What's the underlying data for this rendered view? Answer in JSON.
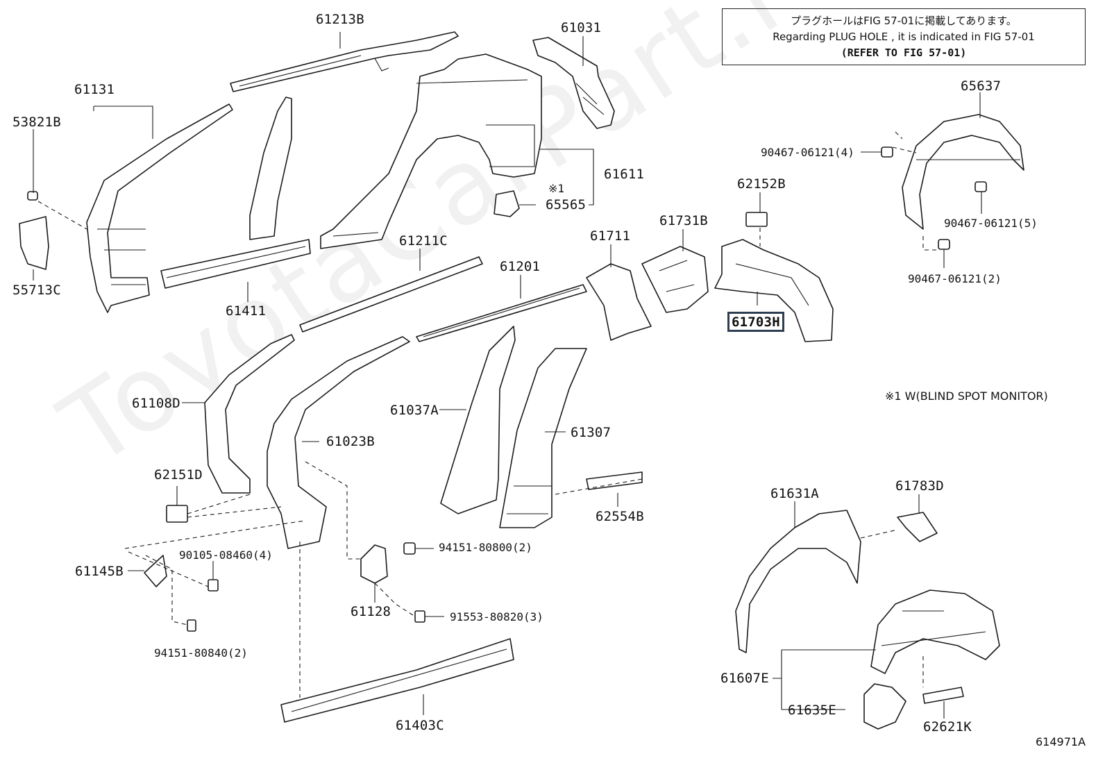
{
  "watermark": "ToyotaCarPart.ru",
  "note": {
    "line1": "プラグホールはFIG 57-01に掲載してあります。",
    "line2": "Regarding PLUG HOLE , it is indicated in FIG 57-01",
    "line3": "(REFER TO FIG 57-01)"
  },
  "footnote": "※1 W(BLIND SPOT MONITOR)",
  "figure_id": "614971A",
  "callouts": [
    {
      "id": "p61213B",
      "text": "61213B",
      "interactable": true
    },
    {
      "id": "p61031",
      "text": "61031",
      "interactable": true
    },
    {
      "id": "p61131",
      "text": "61131",
      "interactable": true
    },
    {
      "id": "p53821B",
      "text": "53821B",
      "interactable": true
    },
    {
      "id": "p61611",
      "text": "61611",
      "interactable": true
    },
    {
      "id": "pnote1",
      "text": "※1",
      "interactable": false
    },
    {
      "id": "p65565",
      "text": "65565",
      "interactable": true
    },
    {
      "id": "p55713C",
      "text": "55713C",
      "interactable": true
    },
    {
      "id": "p61411",
      "text": "61411",
      "interactable": true
    },
    {
      "id": "p61211C",
      "text": "61211C",
      "interactable": true
    },
    {
      "id": "p61711",
      "text": "61711",
      "interactable": true
    },
    {
      "id": "p61731B",
      "text": "61731B",
      "interactable": true
    },
    {
      "id": "p62152B",
      "text": "62152B",
      "interactable": true
    },
    {
      "id": "p61201",
      "text": "61201",
      "interactable": true
    },
    {
      "id": "p61703H",
      "text": "61703H",
      "interactable": true
    },
    {
      "id": "p65637",
      "text": "65637",
      "interactable": true
    },
    {
      "id": "p90467a",
      "text": "90467-06121(4)",
      "interactable": true
    },
    {
      "id": "p90467b",
      "text": "90467-06121(5)",
      "interactable": true
    },
    {
      "id": "p90467c",
      "text": "90467-06121(2)",
      "interactable": true
    },
    {
      "id": "p61108D",
      "text": "61108D",
      "interactable": true
    },
    {
      "id": "p61037A",
      "text": "61037A",
      "interactable": true
    },
    {
      "id": "p61023B",
      "text": "61023B",
      "interactable": true
    },
    {
      "id": "p61307",
      "text": "61307",
      "interactable": true
    },
    {
      "id": "p62151D",
      "text": "62151D",
      "interactable": true
    },
    {
      "id": "p62554B",
      "text": "62554B",
      "interactable": true
    },
    {
      "id": "p90105",
      "text": "90105-08460(4)",
      "interactable": true
    },
    {
      "id": "p61145B",
      "text": "61145B",
      "interactable": true
    },
    {
      "id": "p94151a",
      "text": "94151-80800(2)",
      "interactable": true
    },
    {
      "id": "p61128",
      "text": "61128",
      "interactable": true
    },
    {
      "id": "p91553",
      "text": "91553-80820(3)",
      "interactable": true
    },
    {
      "id": "p94151b",
      "text": "94151-80840(2)",
      "interactable": true
    },
    {
      "id": "p61403C",
      "text": "61403C",
      "interactable": true
    },
    {
      "id": "p61631A",
      "text": "61631A",
      "interactable": true
    },
    {
      "id": "p61783D",
      "text": "61783D",
      "interactable": true
    },
    {
      "id": "p61607E",
      "text": "61607E",
      "interactable": true
    },
    {
      "id": "p61635E",
      "text": "61635E",
      "interactable": true
    },
    {
      "id": "p62621K",
      "text": "62621K",
      "interactable": true
    }
  ]
}
